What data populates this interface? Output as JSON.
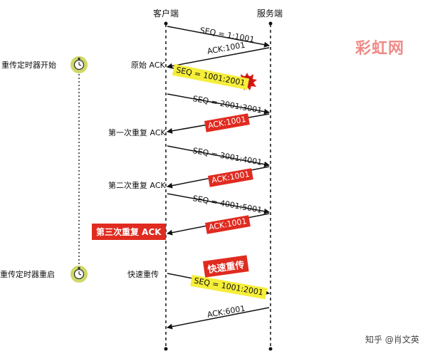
{
  "header": {
    "client": "客户端",
    "server": "服务端"
  },
  "watermark": {
    "brand": "彩虹网",
    "credit": "知乎 @肖文英"
  },
  "timer": {
    "start": "重传定时器开始",
    "restart": "重传定时器重启"
  },
  "client_notes": {
    "original_ack": "原始 ACK",
    "dup1": "第一次重复 ACK",
    "dup2": "第二次重复 ACK",
    "dup3": "第三次重复 ACK",
    "fast_retransmit": "快速重传"
  },
  "messages": {
    "m1": "SEQ = 1:1001",
    "m2": "ACK:1001",
    "m3": "SEQ = 1001:2001",
    "m4": "SEQ = 2001:3001",
    "m5": "ACK:1001",
    "m6": "SEQ = 3001:4001",
    "m7": "ACK:1001",
    "m8": "SEQ = 4001:5001",
    "m9": "ACK:1001",
    "m10": "SEQ = 1001:2001",
    "m11": "ACK:6001"
  },
  "fast_retransmit_badge": "快速重传",
  "colors": {
    "red": "#e02b20",
    "yellow": "#f5ee3a",
    "timer_green": "#cfd867",
    "line": "#111111"
  }
}
